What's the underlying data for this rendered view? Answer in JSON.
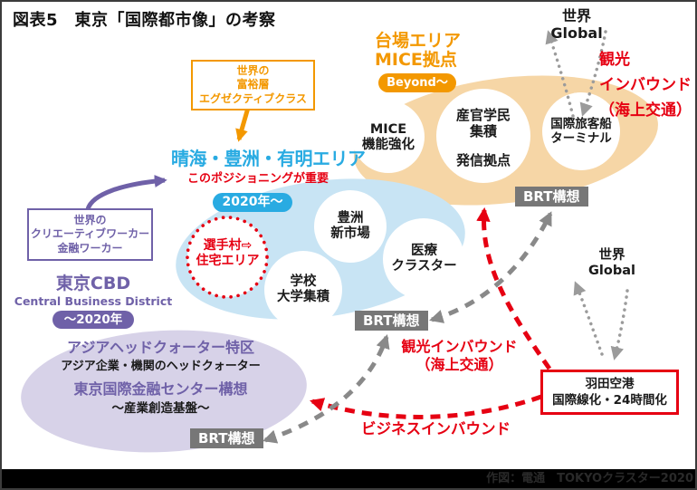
{
  "header": {
    "title": "図表5　東京「国際都市像」の考察"
  },
  "colors": {
    "orange_accent": "#F39800",
    "cyan_accent": "#29ABE2",
    "red_accent": "#E60012",
    "purple_accent": "#6F61A8",
    "odaiba_area_fill": "#F6D6A6",
    "harumi_area_fill": "#C8E4F4",
    "cbd_area_fill": "#D7D2E8",
    "badge_gray": "#777777",
    "arrow_gray": "#898989",
    "dotted_gray": "#9B9B9B"
  },
  "odaiba": {
    "title_line1": "台場エリア",
    "title_line2": "MICE拠点",
    "badge": "Beyond～",
    "circle_mice": {
      "l1": "MICE",
      "l2": "機能強化"
    },
    "circle_sangaku": {
      "l1": "産官学民",
      "l2": "集積",
      "l3": "発信拠点"
    },
    "circle_terminal": {
      "l1": "国際旅客船",
      "l2": "ターミナル"
    }
  },
  "harumi": {
    "title": "晴海・豊洲・有明エリア",
    "note": "このポジショニングが重要",
    "badge": "2020年～",
    "circle_village": {
      "l1": "選手村⇨",
      "l2": "住宅エリア"
    },
    "circle_toyosu": {
      "l1": "豊洲",
      "l2": "新市場"
    },
    "circle_medical": {
      "l1": "医療",
      "l2": "クラスター"
    },
    "circle_school": {
      "l1": "学校",
      "l2": "大学集積"
    }
  },
  "cbd": {
    "title": "東京CBD",
    "subtitle": "Central Business District",
    "badge": "～2020年",
    "line1": "アジアヘッドクォーター特区",
    "line2": "アジア企業・機関のヘッドクォーター",
    "line3": "東京国際金融センター構想",
    "line4": "～産業創造基盤～"
  },
  "boxes": {
    "wealthy": {
      "l1": "世界の",
      "l2": "富裕層",
      "l3": "エグゼクティブクラス"
    },
    "creative": {
      "l1": "世界の",
      "l2": "クリエーティブワーカー",
      "l3": "金融ワーカー"
    },
    "haneda": {
      "l1": "羽田空港",
      "l2": "国際線化・24時間化"
    }
  },
  "world_top": {
    "l1": "世界",
    "l2": "Global"
  },
  "world_right": {
    "l1": "世界",
    "l2": "Global"
  },
  "flows": {
    "kanko_top": {
      "l1": "観光",
      "l2": "インバウンド",
      "l3": "（海上交通）"
    },
    "kanko_mid": {
      "l1": "観光インバウンド",
      "l2": "（海上交通）"
    },
    "business": "ビジネスインバウンド"
  },
  "brt": {
    "label": "BRT構想"
  },
  "footer": {
    "credit": "作図：電通　TOKYOクラスター2020"
  }
}
